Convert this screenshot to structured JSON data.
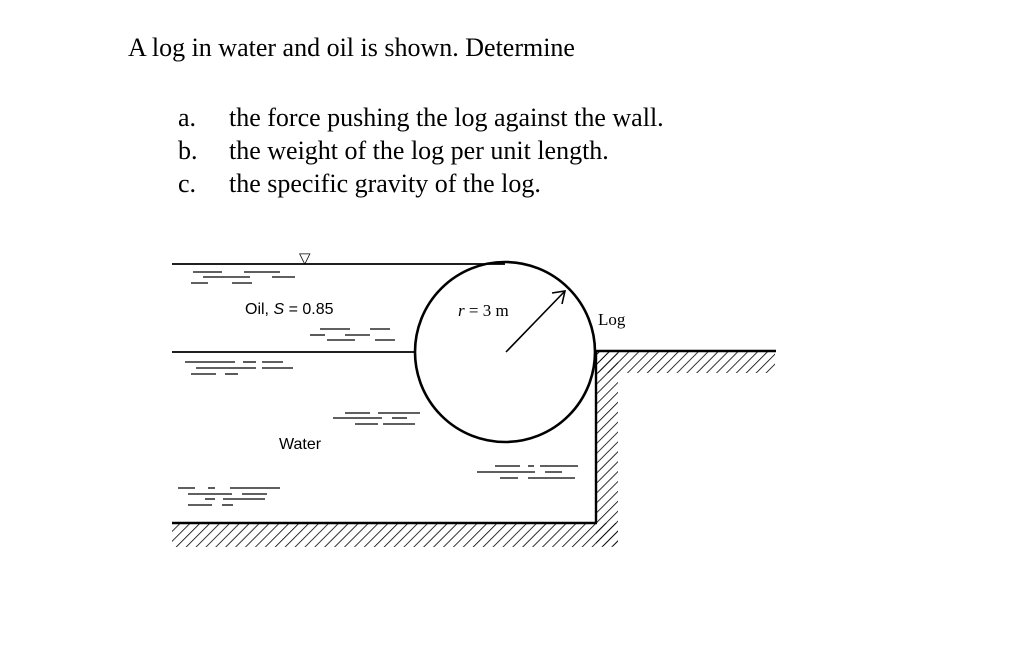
{
  "problem": {
    "intro": "A log in water and oil is shown. Determine",
    "questions": [
      {
        "letter": "a.",
        "text": "the force pushing the log against the wall."
      },
      {
        "letter": "b.",
        "text": "the weight of the log per unit length."
      },
      {
        "letter": "c.",
        "text": "the specific gravity of the log."
      }
    ]
  },
  "figure": {
    "oil_label": "Oil, S = 0.85",
    "oil_label_prefix": "Oil, ",
    "oil_label_var": "S",
    "oil_label_value": " = 0.85",
    "radius_label_var": "r",
    "radius_label_value": " = 3 m",
    "log_label": "Log",
    "water_label": "Water",
    "free_surface_symbol": "▽"
  }
}
